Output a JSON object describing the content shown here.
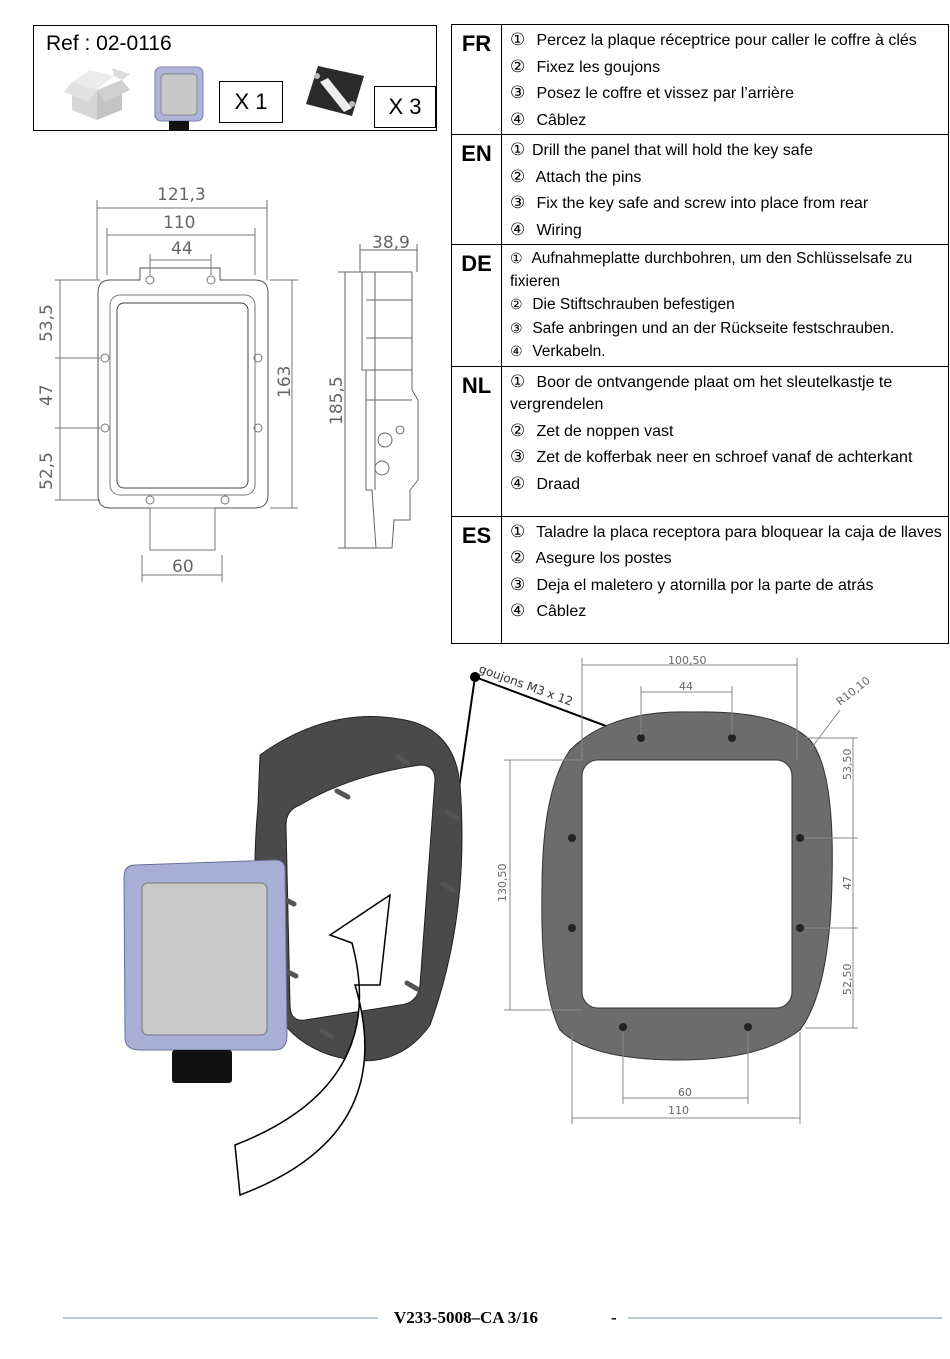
{
  "ref": {
    "title": "Ref : 02-0116",
    "qty_keysafe": "X 1",
    "qty_plate": "X 3"
  },
  "languages": [
    {
      "code": "FR",
      "steps": [
        {
          "n": "①",
          "text": "Percez la plaque réceptrice pour caller le coffre à clés"
        },
        {
          "n": "②",
          "text": "Fixez les goujons"
        },
        {
          "n": "③",
          "text": "Posez le coffre et vissez par l’arrière"
        },
        {
          "n": "④",
          "text": "Câblez"
        }
      ]
    },
    {
      "code": "EN",
      "steps": [
        {
          "n": "①",
          "text": "Drill the panel that will hold the key safe"
        },
        {
          "n": "②",
          "text": "Attach the pins"
        },
        {
          "n": "③",
          "text": "Fix the key safe and screw into place from rear"
        },
        {
          "n": "④",
          "text": "Wiring"
        }
      ]
    },
    {
      "code": "DE",
      "steps": [
        {
          "n": "①",
          "text": "Aufnahmeplatte durchbohren, um den Schlüsselsafe zu fixieren"
        },
        {
          "n": "②",
          "text": "Die Stiftschrauben befestigen"
        },
        {
          "n": "③",
          "text": "Safe anbringen und an der Rückseite festschrauben."
        },
        {
          "n": "④",
          "text": "Verkabeln."
        }
      ]
    },
    {
      "code": "NL",
      "steps": [
        {
          "n": "①",
          "text": "Boor de ontvangende plaat om het sleutelkastje te vergrendelen"
        },
        {
          "n": "②",
          "text": "Zet de noppen vast"
        },
        {
          "n": "③",
          "text": "Zet de kofferbak neer en schroef vanaf de achterkant"
        },
        {
          "n": "④",
          "text": "Draad"
        }
      ]
    },
    {
      "code": "ES",
      "steps": [
        {
          "n": "①",
          "text": "Taladre la placa receptora para bloquear la caja de llaves"
        },
        {
          "n": "②",
          "text": "Asegure los postes"
        },
        {
          "n": "③",
          "text": "Deja el maletero y atornilla por la parte de atrás"
        },
        {
          "n": "④",
          "text": "Câblez"
        }
      ]
    }
  ],
  "front_drawing": {
    "overall_width": "121,3",
    "inner_width": "110",
    "top_spacing": "44",
    "left_top": "53,5",
    "left_mid": "47",
    "left_bottom": "52,5",
    "height_holes": "163",
    "bottom_width": "60"
  },
  "side_drawing": {
    "depth": "38,9",
    "height": "185,5"
  },
  "plate_drawing": {
    "pins_label": "goujons M3 x 12",
    "width_top": "100,50",
    "top_spacing": "44",
    "radius": "R10,10",
    "right_top": "53,50",
    "right_mid": "47",
    "right_bottom": "52,50",
    "height": "130,50",
    "bottom_inner": "60",
    "bottom_outer": "110"
  },
  "footer": {
    "code": "V233-5008–CA 3/16",
    "dash": "-"
  }
}
